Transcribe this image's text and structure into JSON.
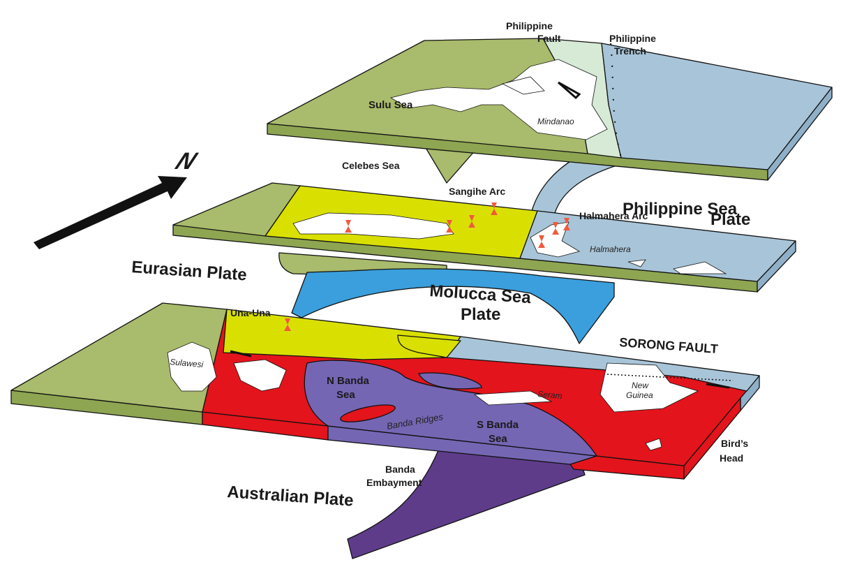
{
  "title": "Plate tectonic block diagram of eastern Indonesia",
  "north_label": "N",
  "colors": {
    "eurasian_green": "#a9bb6c",
    "arc_yellow": "#d9e000",
    "philippine_blue": "#a8c4d8",
    "molucca_blue": "#3a9fdc",
    "australian_red": "#e3141c",
    "banda_purple": "#7566b4",
    "embayment_purple": "#5e3c8a",
    "fault_zone_green": "#d6ead6",
    "volcano": "#f05a3c"
  },
  "top_layer": {
    "philippine_fault": [
      "Philippine",
      "Fault"
    ],
    "philippine_trench": [
      "Philippine",
      "Trench"
    ],
    "sulu_sea": "Sulu  Sea",
    "mindanao": "Mindanao",
    "celebes_sea": "Celebes  Sea"
  },
  "middle_layer": {
    "sangihe_arc": "Sangihe Arc",
    "halmahera_arc": "Halmahera Arc",
    "halmahera": "Halmahera",
    "philippine_sea_plate": [
      "Philippine Sea",
      "Plate"
    ],
    "eurasian_plate": "Eurasian  Plate",
    "molucca_sea_plate": [
      "Molucca  Sea",
      "Plate"
    ]
  },
  "bottom_layer": {
    "una_una": "Una-Una",
    "sulawesi": "Sulawesi",
    "sorong_fault": "SORONG  FAULT",
    "n_banda_sea": [
      "N Banda",
      "Sea"
    ],
    "seram": "Seram",
    "new_guinea": [
      "New",
      "Guinea"
    ],
    "banda_ridges": "Banda Ridges",
    "s_banda_sea": [
      "S Banda",
      "Sea"
    ],
    "birds_head": [
      "Bird’s",
      "Head"
    ],
    "banda_embayment": [
      "Banda",
      "Embayment"
    ],
    "australian_plate": "Australian  Plate"
  }
}
